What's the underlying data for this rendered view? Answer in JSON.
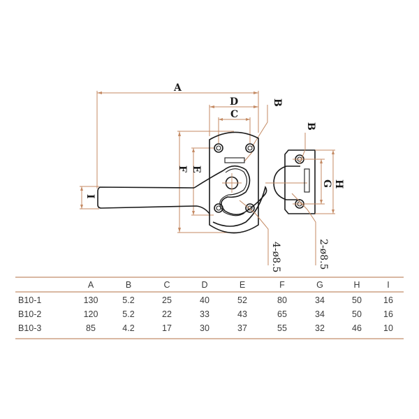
{
  "drawing": {
    "dimension_labels": {
      "A": "A",
      "B_top": "B",
      "B_keeper": "B",
      "C": "C",
      "D": "D",
      "E": "E",
      "F": "F",
      "G": "G",
      "H": "H",
      "I": "I"
    },
    "hole_callouts": {
      "latch": "4-ø8.5",
      "keeper": "2-ø8.5"
    },
    "colors": {
      "dimension_lines": "#c48a63",
      "part_outline": "#1a1a1a",
      "table_rules": "#d9b8a2"
    }
  },
  "spec_table": {
    "columns": [
      "",
      "A",
      "B",
      "C",
      "D",
      "E",
      "F",
      "G",
      "H",
      "I"
    ],
    "rows": [
      {
        "model": "B10-1",
        "values": [
          "130",
          "5.2",
          "25",
          "40",
          "52",
          "80",
          "34",
          "50",
          "16"
        ]
      },
      {
        "model": "B10-2",
        "values": [
          "120",
          "5.2",
          "22",
          "33",
          "43",
          "65",
          "34",
          "50",
          "16"
        ]
      },
      {
        "model": "B10-3",
        "values": [
          "85",
          "4.2",
          "17",
          "30",
          "37",
          "55",
          "32",
          "46",
          "10"
        ]
      }
    ]
  }
}
